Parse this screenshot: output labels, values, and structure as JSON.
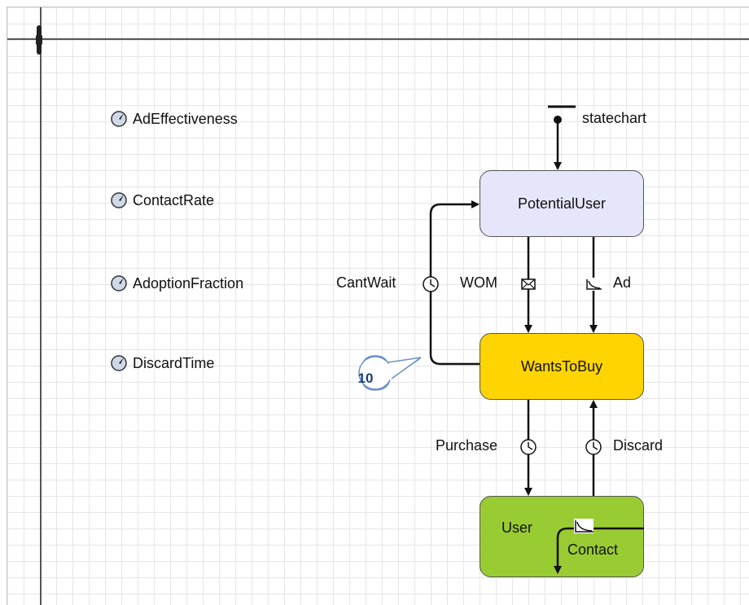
{
  "parameters": [
    {
      "label": "AdEffectiveness"
    },
    {
      "label": "ContactRate"
    },
    {
      "label": "AdoptionFraction"
    },
    {
      "label": "DiscardTime"
    }
  ],
  "statechart": {
    "name": "statechart",
    "states": {
      "potential_user": "PotentialUser",
      "wants_to_buy": "WantsToBuy",
      "user": "User"
    },
    "transitions": {
      "cant_wait": "CantWait",
      "wom": "WOM",
      "ad": "Ad",
      "purchase": "Purchase",
      "discard": "Discard",
      "contact": "Contact"
    }
  },
  "callout": {
    "number": "10"
  },
  "colors": {
    "potential_user": "#e6e6fa",
    "wants_to_buy": "#ffd400",
    "user": "#99cc33",
    "callout_border": "#6a8fc8",
    "callout_text": "#1a3d7c"
  },
  "icons": {
    "parameter": "parameter-gauge-icon",
    "timeout": "clock-icon",
    "message": "envelope-icon",
    "rate": "rate-curve-icon",
    "initial": "initial-state-pin-icon"
  }
}
